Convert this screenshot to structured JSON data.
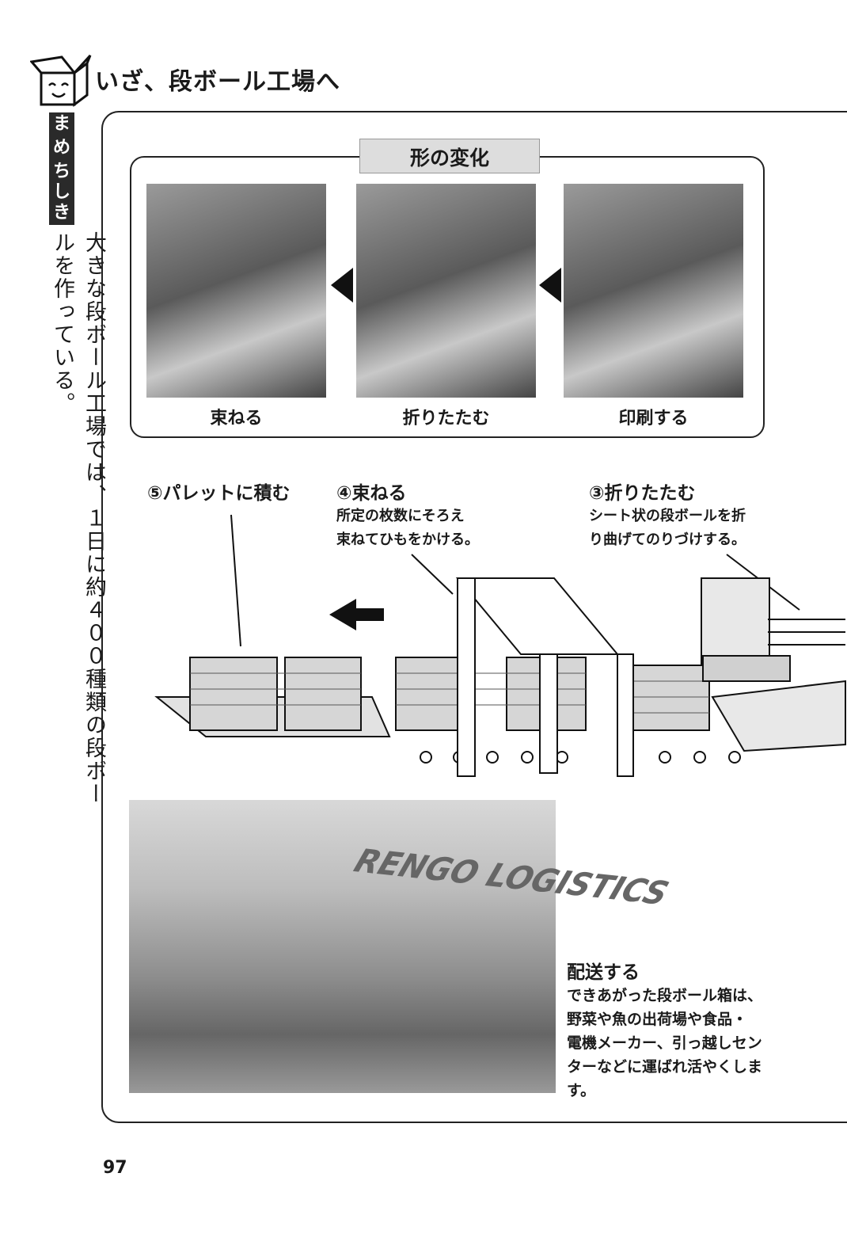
{
  "header": {
    "title": "いざ、段ボール工場へ",
    "icon": "smiling-box-icon"
  },
  "sidebar": {
    "badge_chars": [
      "ま",
      "め",
      "ち",
      "し",
      "き"
    ],
    "text": "大きな段ボール工場では、１日に約４００種類の段ボールを作っている。"
  },
  "shape_change": {
    "title": "形の変化",
    "photos": [
      {
        "caption": "束ねる"
      },
      {
        "caption": "折りたたむ"
      },
      {
        "caption": "印刷する"
      }
    ]
  },
  "process": {
    "step5": {
      "title": "⑤パレットに積む"
    },
    "step4": {
      "title": "④束ねる",
      "lines": [
        "所定の枚数にそろえ",
        "束ねてひもをかける。"
      ]
    },
    "step3": {
      "title": "③折りたたむ",
      "lines": [
        "シート状の段ボールを折",
        "り曲げてのりづけする。"
      ]
    }
  },
  "delivery": {
    "title": "配送する",
    "lines": [
      "できあがった段ボール箱は、",
      "野菜や魚の出荷場や食品・",
      "電機メーカー、引っ越しセン",
      "ターなどに運ばれ活やくしま",
      "す。"
    ],
    "truck_logo": "RENGO LOGISTICS"
  },
  "page_number": "97"
}
